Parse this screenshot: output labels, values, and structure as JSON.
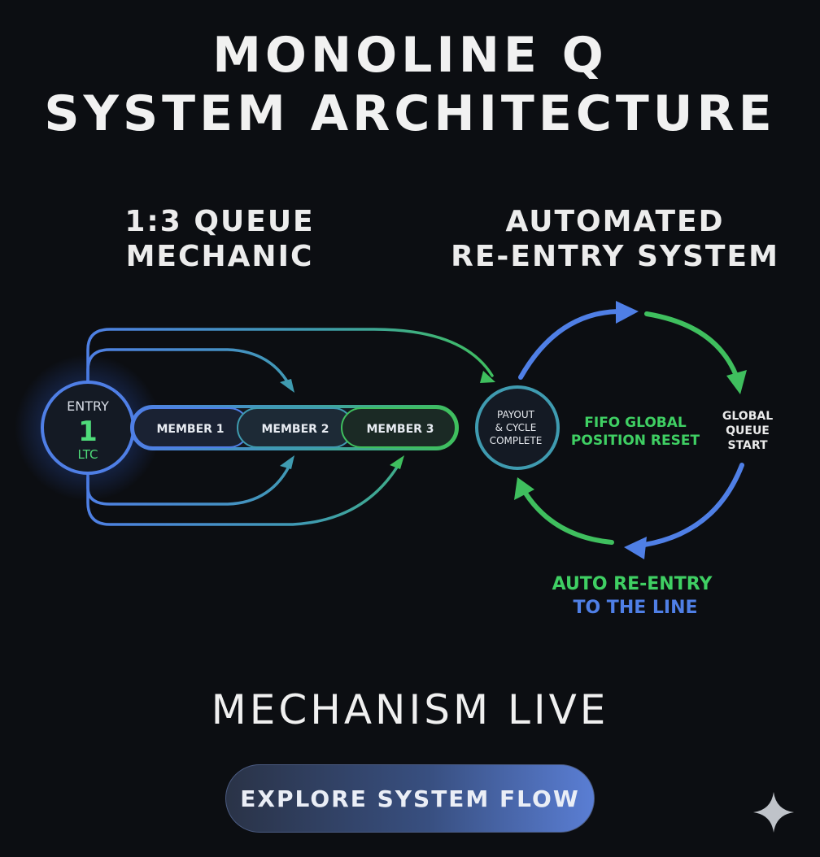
{
  "title": {
    "line1": "MONOLINE Q",
    "line2": "SYSTEM ARCHITECTURE"
  },
  "queue_heading": {
    "line1": "1:3 QUEUE",
    "line2": "MECHANIC"
  },
  "reentry_heading": {
    "line1": "AUTOMATED",
    "line2": "RE-ENTRY SYSTEM"
  },
  "entry": {
    "label": "ENTRY",
    "amount": "1",
    "unit": "LTC"
  },
  "members": [
    "MEMBER 1",
    "MEMBER 2",
    "MEMBER 3"
  ],
  "payout": {
    "line1": "PAYOUT",
    "line2": "& CYCLE",
    "line3": "COMPLETE"
  },
  "cycle": {
    "center_line1": "FIFO GLOBAL",
    "center_line2": "POSITION RESET",
    "global_line1": "GLOBAL",
    "global_line2": "QUEUE",
    "global_line3": "START",
    "auto_line1": "AUTO RE-ENTRY",
    "auto_line2": "TO THE LINE"
  },
  "status": "MECHANISM LIVE",
  "cta_label": "EXPLORE SYSTEM FLOW",
  "colors": {
    "blue": "#4f7fe6",
    "green": "#3fbf5e",
    "teal": "#3fa6a0",
    "background": "#0c0e12"
  }
}
